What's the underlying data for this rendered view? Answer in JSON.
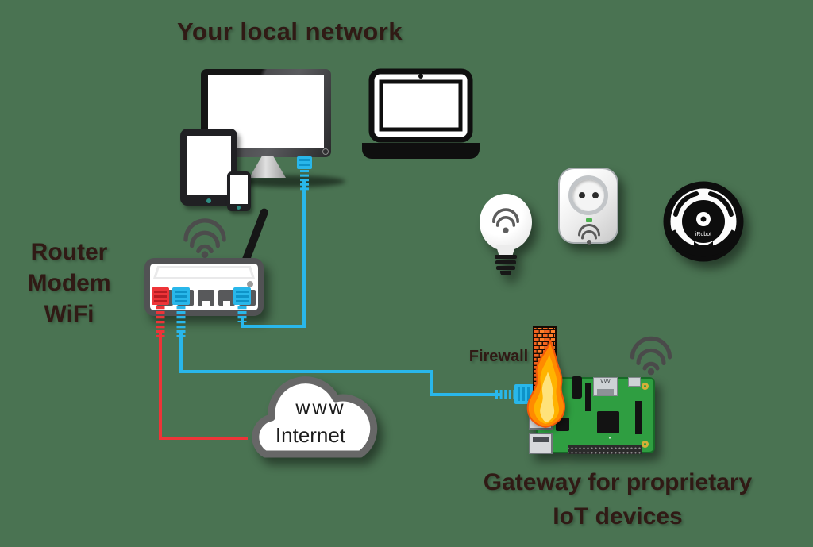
{
  "title": "Your local network",
  "labels": {
    "router_lines": [
      "Router",
      "Modem",
      "WiFi"
    ],
    "firewall": "Firewall",
    "gateway_lines": [
      "Gateway for proprietary",
      "IoT devices"
    ],
    "cloud_www": "www",
    "cloud_internet": "Internet",
    "robot_vacuum_brand": "iRobot"
  },
  "devices": [
    {
      "id": "desktop-computer",
      "area": "local-network"
    },
    {
      "id": "tablet",
      "area": "local-network"
    },
    {
      "id": "smartphone",
      "area": "local-network"
    },
    {
      "id": "laptop",
      "area": "local-network"
    },
    {
      "id": "router-modem-wifi",
      "area": "local-network"
    },
    {
      "id": "smart-bulb",
      "area": "proprietary-iot"
    },
    {
      "id": "smart-plug",
      "area": "proprietary-iot"
    },
    {
      "id": "robot-vacuum",
      "area": "proprietary-iot"
    },
    {
      "id": "firewall",
      "area": "gateway"
    },
    {
      "id": "raspberry-pi-gateway",
      "area": "gateway"
    },
    {
      "id": "internet-cloud",
      "area": "wan"
    }
  ],
  "connections": [
    {
      "from": "desktop-computer",
      "to": "router-modem-wifi",
      "medium": "ethernet",
      "color": "#29b7ea"
    },
    {
      "from": "router-modem-wifi",
      "to": "internet-cloud",
      "medium": "wan-ethernet",
      "color": "#ee3438"
    },
    {
      "from": "router-modem-wifi",
      "to": "raspberry-pi-gateway",
      "medium": "ethernet-through-firewall",
      "color": "#29b7ea"
    }
  ],
  "colors": {
    "background": "#4a7352",
    "text": "#301a15",
    "ethernet_lan": "#29b7ea",
    "ethernet_wan": "#ee3438",
    "pi_board": "#2f9e41",
    "brick": "#f4641f",
    "flame_outer": "#ff8a00",
    "flame_inner": "#ffe27a",
    "wifi_icon": "#4c4c4c"
  }
}
